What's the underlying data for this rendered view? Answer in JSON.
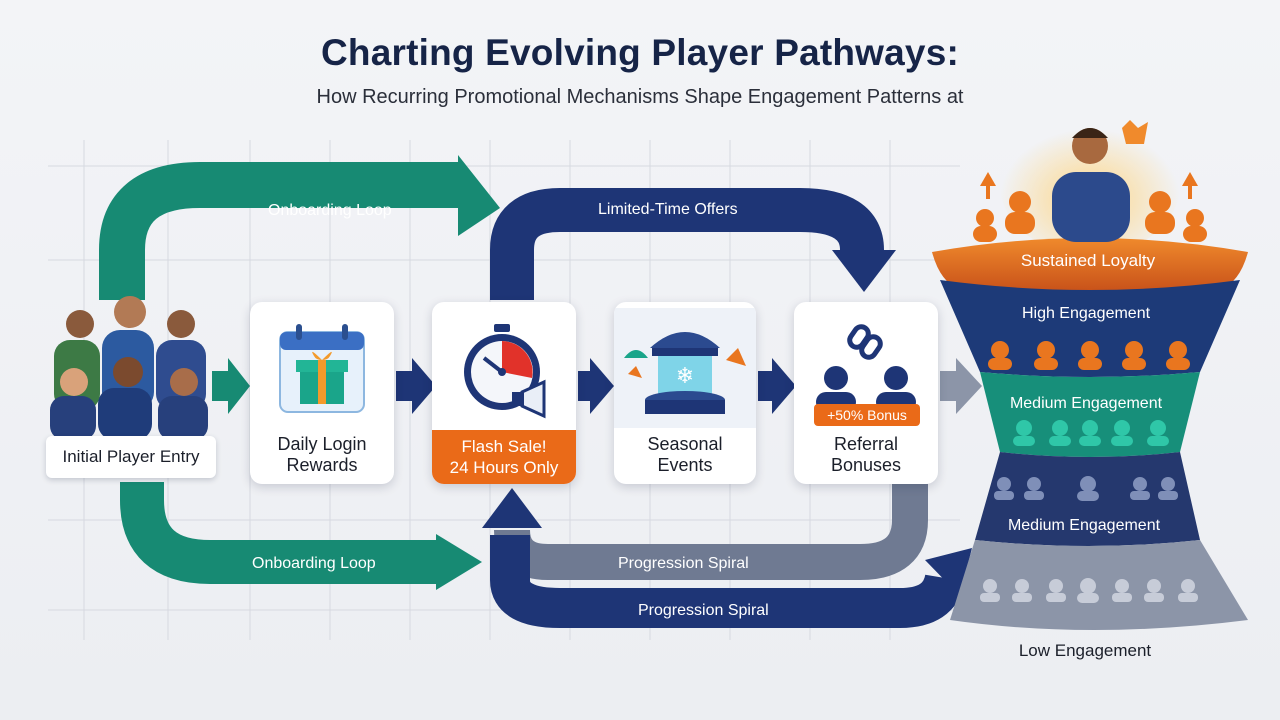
{
  "header": {
    "title": "Charting Evolving Player Pathways:",
    "subtitle": "How Recurring Promotional Mechanisms Shape Engagement Patterns at"
  },
  "entry": {
    "label": "Initial Player Entry"
  },
  "cards": [
    {
      "id": "daily",
      "line1": "Daily Login",
      "line2": "Rewards",
      "icon": "gift-calendar-icon"
    },
    {
      "id": "flash",
      "line1": "Flash Sale!",
      "line2": "24 Hours Only",
      "icon": "stopwatch-megaphone-icon"
    },
    {
      "id": "seasonal",
      "line1": "Seasonal",
      "line2": "Events",
      "icon": "carousel-icon"
    },
    {
      "id": "referral",
      "line1": "Referral",
      "line2": "Bonuses",
      "icon": "referral-link-icon",
      "tag": "+50% Bonus"
    }
  ],
  "loops": {
    "onboarding_top": "Onboarding Loop",
    "onboarding_bottom": "Onboarding Loop",
    "limited_time": "Limited-Time Offers",
    "progression_inner": "Progression Spiral",
    "progression_outer": "Progression Spiral"
  },
  "funnel": {
    "tiers": [
      {
        "label": "Sustained Loyalty",
        "color": "#e9761f"
      },
      {
        "label": "High Engagement",
        "color": "#1d3a78"
      },
      {
        "label": "Medium Engagement",
        "color": "#178f7a"
      },
      {
        "label": "Medium Engagement",
        "color": "#25386e"
      },
      {
        "label": "Low Engagement",
        "color": "#8c95a8"
      }
    ]
  },
  "colors": {
    "teal": "#178a73",
    "navy": "#1e3576",
    "slate": "#6f7a92",
    "orange": "#ea6a18"
  }
}
